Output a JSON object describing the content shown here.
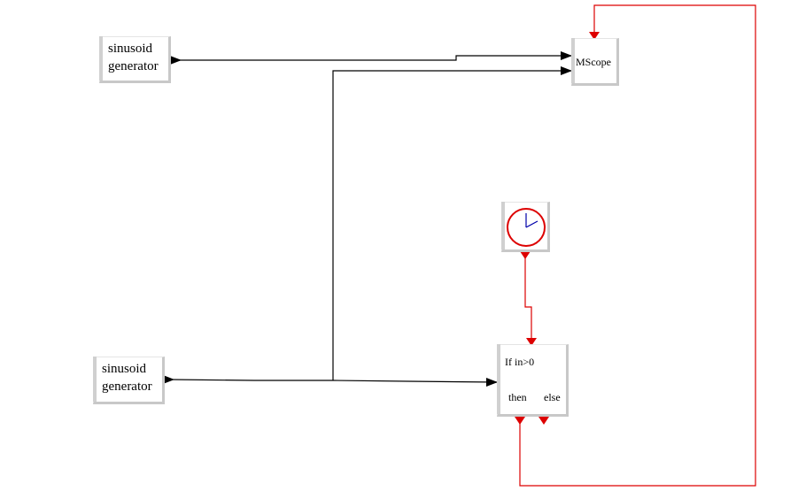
{
  "blocks": {
    "gen1": {
      "line1": "sinusoid",
      "line2": "generator"
    },
    "gen2": {
      "line1": "sinusoid",
      "line2": "generator"
    },
    "scope": {
      "label": "MScope"
    },
    "ifthen": {
      "label": "If in>0",
      "then_label": "then",
      "else_label": "else"
    },
    "clock": {
      "icon": "clock-icon"
    }
  },
  "colors": {
    "data_link": "#000000",
    "event_link": "#dd0000",
    "clock_face": "#dd0000",
    "clock_hands": "#0000aa"
  }
}
